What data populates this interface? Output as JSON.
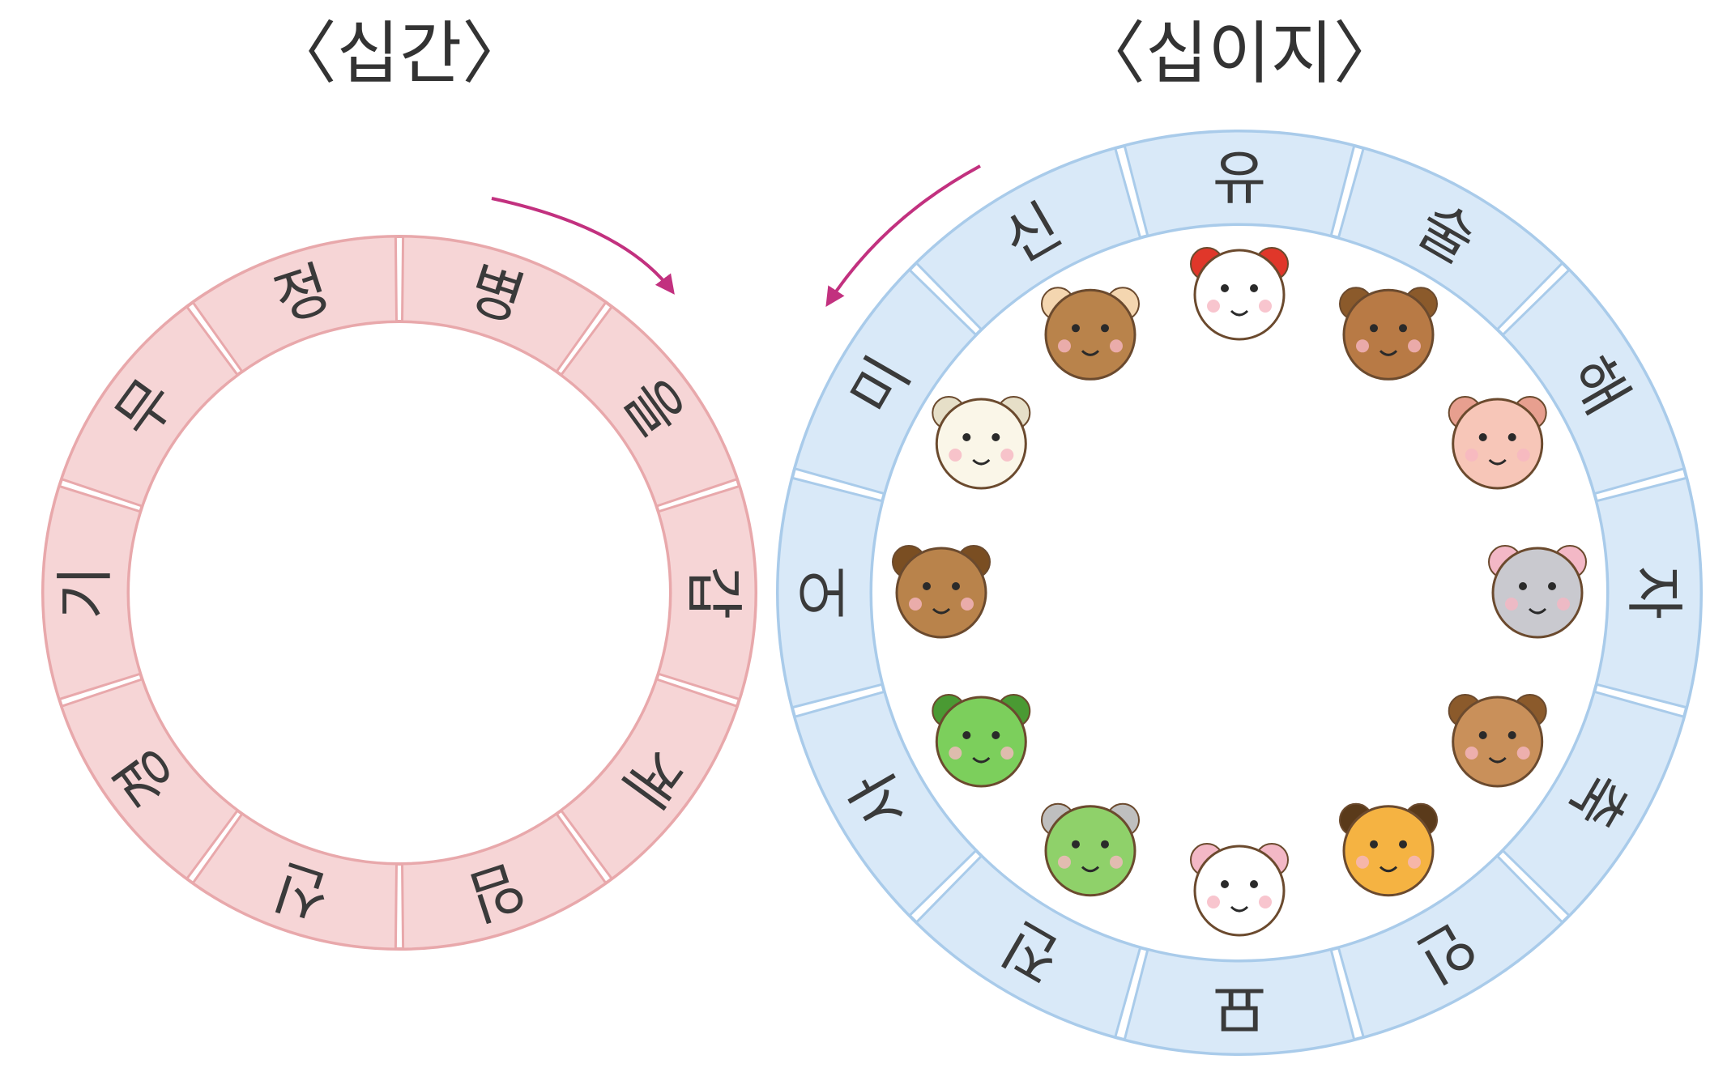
{
  "cheongan": {
    "title": "〈십간〉",
    "items": [
      "갑",
      "을",
      "병",
      "정",
      "무",
      "기",
      "경",
      "신",
      "임",
      "계"
    ],
    "ring_color": "#f6d5d6",
    "ring_stroke": "#e8a8ab",
    "arrow_color": "#c2317f"
  },
  "jiji": {
    "title": "〈십이지〉",
    "items": [
      "자",
      "축",
      "인",
      "묘",
      "진",
      "사",
      "오",
      "미",
      "신",
      "유",
      "술",
      "해"
    ],
    "animals": [
      "rat-icon",
      "ox-icon",
      "tiger-icon",
      "rabbit-icon",
      "dragon-icon",
      "snake-icon",
      "horse-icon",
      "sheep-icon",
      "monkey-icon",
      "rooster-icon",
      "dog-icon",
      "pig-icon"
    ],
    "ring_color": "#d9e9f8",
    "ring_stroke": "#a9cbea",
    "arrow_color": "#c2317f"
  }
}
